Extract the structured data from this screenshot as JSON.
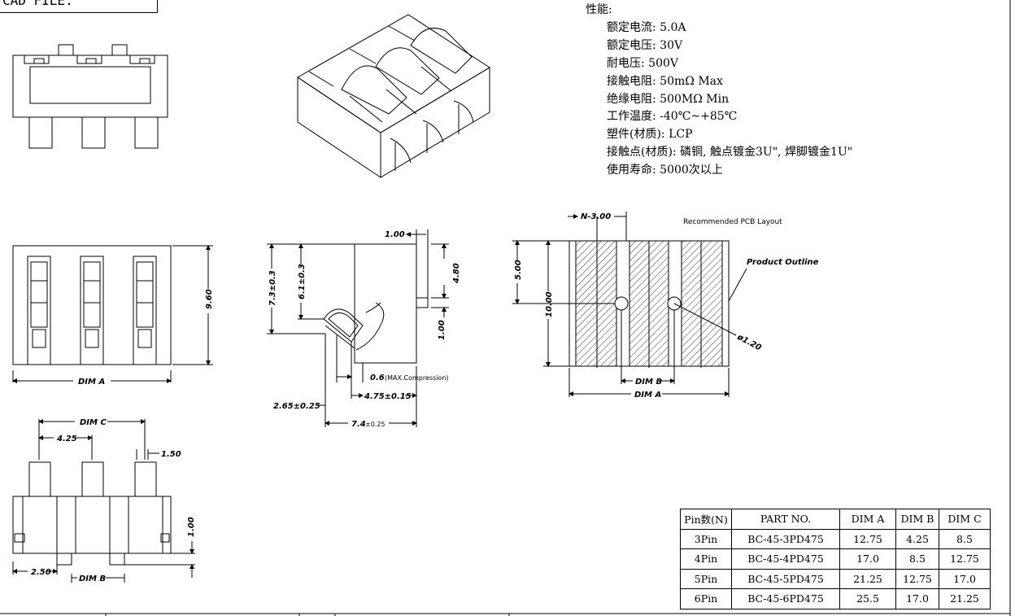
{
  "cad_box": {
    "label": "CAD FILE:"
  },
  "specs": {
    "heading": "性能:",
    "lines": [
      "额定电流: 5.0A",
      "额定电压: 30V",
      "耐电压: 500V",
      "接触电阻: 50mΩ  Max",
      "绝缘电阻: 500MΩ  Min",
      "工作温度: -40℃~+85℃",
      "塑件(材质): LCP",
      "接触点(材质): 磷铜, 触点镀金3U\", 焊脚镀金1U\"",
      "使用寿命: 5000次以上"
    ]
  },
  "dims": {
    "front_height": "9.60",
    "dim_a": "DIM A",
    "dim_b": "DIM B",
    "dim_c": "DIM C",
    "pitch": "4.25",
    "pin_width": "1.50",
    "pin_offset": "2.50",
    "pin_height": "1.00",
    "side_top": "1.00",
    "side_h1": "7.3±0.3",
    "side_h2": "6.1±0.3",
    "side_right": "4.80",
    "side_pin": "1.00",
    "compression": "0.6",
    "compression_note": "(MAX.Compression)",
    "depth1": "4.75±0.15",
    "depth2": "2.65±0.25",
    "depth3": "7.4",
    "depth3_tol": "±0.25",
    "pcb_n": "N-3.00",
    "pcb_title": "Recommended  PCB  Layout",
    "pcb_outline": "Product  Outline",
    "pcb_5": "5.00",
    "pcb_10": "10.00",
    "pcb_hole": "ø1.20"
  },
  "table": {
    "headers": [
      "Pin数(N)",
      "PART NO.",
      "DIM A",
      "DIM B",
      "DIM C"
    ],
    "rows": [
      [
        "3Pin",
        "BC-45-3PD475",
        "12.75",
        "4.25",
        "8.5"
      ],
      [
        "4Pin",
        "BC-45-4PD475",
        "17.0",
        "8.5",
        "12.75"
      ],
      [
        "5Pin",
        "BC-45-5PD475",
        "21.25",
        "12.75",
        "17.0"
      ],
      [
        "6Pin",
        "BC-45-6PD475",
        "25.5",
        "17.0",
        "21.25"
      ]
    ]
  }
}
